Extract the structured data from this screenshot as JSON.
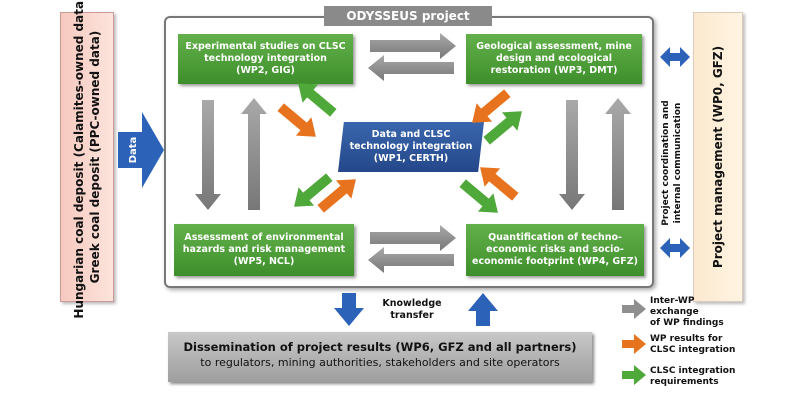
{
  "frame_title": "ODYSSEUS project workflow",
  "left_panel": {
    "line1": "Hungarian coal deposit (Calamites-owned data)",
    "line2": "Greek coal deposit (PPC-owned data)"
  },
  "data_arrow_label": "Data",
  "right_panel": {
    "text": "Project management (WP0, GFZ)"
  },
  "coordination_label": {
    "line1": "Project coordination and",
    "line2": "internal communication"
  },
  "wp_boxes": {
    "wp2": [
      "Experimental studies on CLSC",
      "technology integration",
      "(WP2, GIG)"
    ],
    "wp3": [
      "Geological assessment, mine",
      "design and ecological",
      "restoration (WP3, DMT)"
    ],
    "wp1": [
      "Data and CLSC",
      "technology integration",
      "(WP1, CERTH)"
    ],
    "wp5": [
      "Assessment of environmental",
      "hazards and risk management",
      "(WP5, NCL)"
    ],
    "wp4": [
      "Quantification of techno-",
      "economic risks and socio-",
      "economic footprint (WP4, GFZ)"
    ]
  },
  "knowledge_transfer": {
    "line1": "Knowledge",
    "line2": "transfer"
  },
  "dissemination": {
    "title": "Dissemination of project results (WP6, GFZ and all partners)",
    "subtitle": "to regulators, mining authorities, stakeholders and site operators"
  },
  "legend": [
    {
      "lines": [
        "Inter-WP",
        "exchange",
        "of WP findings"
      ],
      "color": "#8f8f8f"
    },
    {
      "lines": [
        "WP results for",
        "CLSC integration"
      ],
      "color": "#e8731e"
    },
    {
      "lines": [
        "CLSC integration",
        "requirements"
      ],
      "color": "#4fa83a"
    }
  ],
  "colors": {
    "gray_arrow": "#8f8f8f",
    "orange_arrow": "#e8731e",
    "green_arrow": "#4fa83a",
    "blue_arrow": "#2c63b8",
    "wp_green": "#4a9e35",
    "wp1_blue": "#2d529a"
  }
}
